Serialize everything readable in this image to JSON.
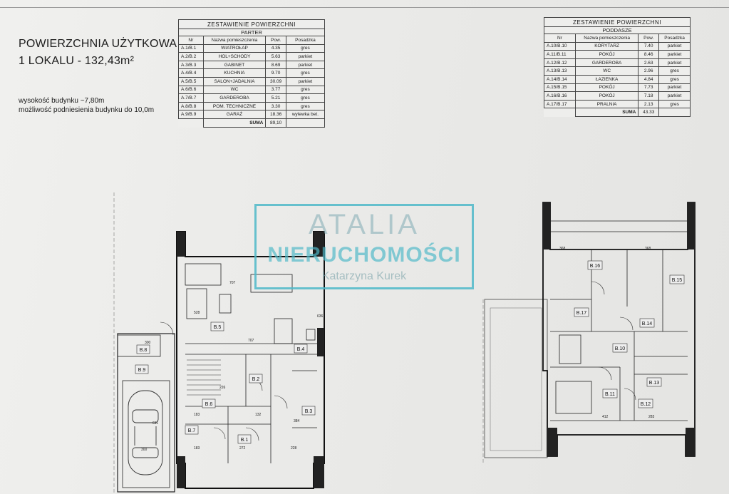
{
  "heading": {
    "line1": "POWIERZCHNIA UŻYTKOWA",
    "line2": "1 LOKALU - 132,43m²"
  },
  "notes": {
    "line1": "wysokość budynku ~7,80m",
    "line2": "możliwość podniesienia budynku do 10,0m"
  },
  "parter": {
    "caption": "ZESTAWIENIE POWIERZCHNI",
    "subcaption": "PARTER",
    "headers": [
      "Nr",
      "Nazwa pomieszczenia",
      "Pow.",
      "Posadzka"
    ],
    "rows": [
      [
        "A.1/B.1",
        "WIATROŁAP",
        "4.35",
        "gres"
      ],
      [
        "A.2/B.2",
        "HOL+SCHODY",
        "5.63",
        "parkiet"
      ],
      [
        "A.3/B.3",
        "GABINET",
        "8.69",
        "parkiet"
      ],
      [
        "A.4/B.4",
        "KUCHNIA",
        "9.70",
        "gres"
      ],
      [
        "A.5/B.5",
        "SALON+JADALNIA",
        "30.09",
        "parkiet"
      ],
      [
        "A.6/B.6",
        "WC",
        "3.77",
        "gres"
      ],
      [
        "A.7/B.7",
        "GARDEROBA",
        "5.21",
        "gres"
      ],
      [
        "A.8/B.8",
        "POM. TECHNICZNE",
        "3.30",
        "gres"
      ],
      [
        "A.9/B.9",
        "GARAŻ",
        "18.36",
        "wylewka bet."
      ]
    ],
    "sum_label": "SUMA",
    "sum_value": "89,10"
  },
  "poddasze": {
    "caption": "ZESTAWIENIE POWIERZCHNI",
    "subcaption": "PODDASZE",
    "headers": [
      "Nr",
      "Nazwa pomieszczenia",
      "Pow.",
      "Posadzka"
    ],
    "rows": [
      [
        "A.10/B.10",
        "KORYTARZ",
        "7.40",
        "parkiet"
      ],
      [
        "A.11/B.11",
        "POKÓJ",
        "8.46",
        "parkiet"
      ],
      [
        "A.12/B.12",
        "GARDEROBA",
        "2.63",
        "parkiet"
      ],
      [
        "A.13/B.13",
        "WC",
        "2.96",
        "gres"
      ],
      [
        "A.14/B.14",
        "ŁAZIENKA",
        "4.84",
        "gres"
      ],
      [
        "A.15/B.15",
        "POKÓJ",
        "7.73",
        "parkiet"
      ],
      [
        "A.16/B.16",
        "POKÓJ",
        "7.18",
        "parkiet"
      ],
      [
        "A.17/B.17",
        "PRALNIA",
        "2.13",
        "gres"
      ]
    ],
    "sum_label": "SUMA",
    "sum_value": "43.33"
  },
  "watermark": {
    "line1": "ATALIA",
    "line2": "NIERUCHOMOŚCI",
    "line3": "Katarzyna Kurek",
    "color": "#4fb9c9"
  },
  "plan_labels": {
    "ground": [
      "B.1",
      "B.2",
      "B.3",
      "B.4",
      "B.5",
      "B.6",
      "B.7",
      "B.8",
      "B.9"
    ],
    "attic": [
      "B.10",
      "B.11",
      "B.12",
      "B.13",
      "B.14",
      "B.15",
      "B.16",
      "B.17"
    ],
    "dimensions": [
      "707",
      "707",
      "636",
      "528",
      "300",
      "300",
      "611",
      "226",
      "183",
      "183",
      "132",
      "272",
      "228",
      "384",
      "412",
      "368",
      "368",
      "283"
    ]
  }
}
